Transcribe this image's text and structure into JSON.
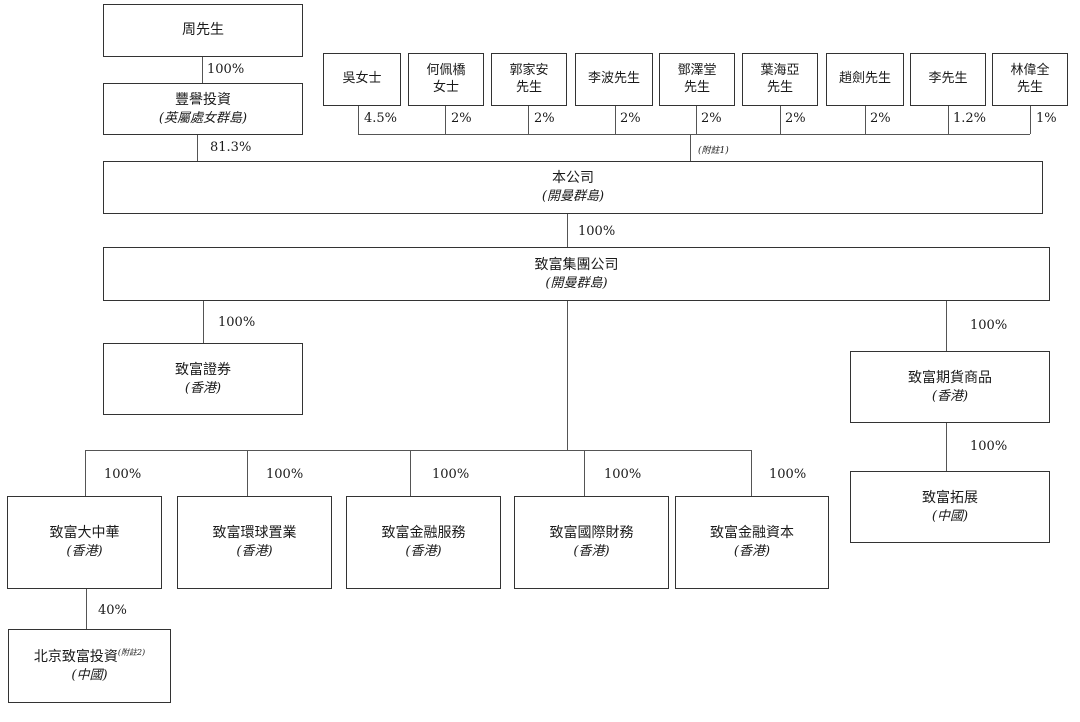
{
  "top_holder": {
    "name": "周先生",
    "pct": "100%"
  },
  "holding_co": {
    "name": "豐譽投資",
    "jurisdiction": "(英屬處女群島)",
    "pct": "81.3%"
  },
  "individuals": [
    {
      "name": "吳女士",
      "pct": "4.5%"
    },
    {
      "name": "何佩橋女士",
      "pct": "2%"
    },
    {
      "name": "郭家安先生",
      "pct": "2%"
    },
    {
      "name": "李波先生",
      "pct": "2%"
    },
    {
      "name": "鄧澤堂先生",
      "pct": "2%"
    },
    {
      "name": "葉海亞先生",
      "pct": "2%"
    },
    {
      "name": "趙劍先生",
      "pct": "2%"
    },
    {
      "name": "李先生",
      "pct": "1.2%"
    },
    {
      "name": "林偉全先生",
      "pct": "1%"
    }
  ],
  "note1": "(附註1)",
  "company": {
    "name": "本公司",
    "jurisdiction": "(開曼群島)",
    "pct": "100%"
  },
  "group": {
    "name": "致富集團公司",
    "jurisdiction": "(開曼群島)"
  },
  "securities": {
    "name": "致富證券",
    "jurisdiction": "(香港)",
    "pct": "100%"
  },
  "futures": {
    "name": "致富期貨商品",
    "jurisdiction": "(香港)",
    "pct": "100%"
  },
  "expansion": {
    "name": "致富拓展",
    "jurisdiction": "(中國)",
    "pct": "100%"
  },
  "subsidiaries": [
    {
      "name": "致富大中華",
      "jurisdiction": "(香港)",
      "pct": "100%"
    },
    {
      "name": "致富環球置業",
      "jurisdiction": "(香港)",
      "pct": "100%"
    },
    {
      "name": "致富金融服務",
      "jurisdiction": "(香港)",
      "pct": "100%"
    },
    {
      "name": "致富國際財務",
      "jurisdiction": "(香港)",
      "pct": "100%"
    },
    {
      "name": "致富金融資本",
      "jurisdiction": "(香港)",
      "pct": "100%"
    }
  ],
  "beijing": {
    "name": "北京致富投資",
    "note": "(附註2)",
    "jurisdiction": "(中國)",
    "pct": "40%"
  }
}
